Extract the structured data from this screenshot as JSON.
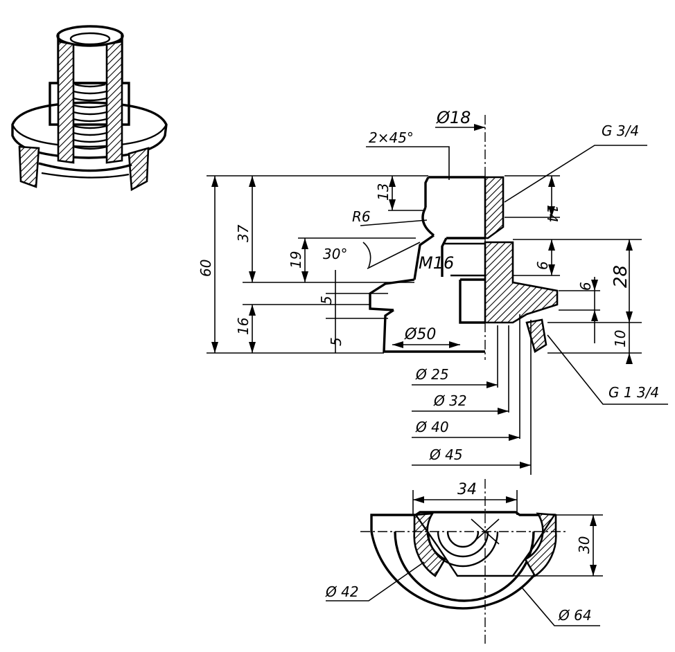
{
  "drawing": {
    "dimensions": {
      "dia_18": "Ø18",
      "chamfer": "2×45°",
      "thread_g34": "G 3/4",
      "radius": "R6",
      "angle": "30°",
      "thread_m16": "M16",
      "dim_60": "60",
      "dim_37": "37",
      "dim_19": "19",
      "dim_16": "16",
      "dim_13": "13",
      "dim_14": "14",
      "dim_5a": "5",
      "dim_5b": "5",
      "dim_6a": "6",
      "dim_6b": "6",
      "dim_28": "28",
      "dim_10": "10",
      "dia_50": "Ø50",
      "dia_25": "Ø 25",
      "dia_32": "Ø 32",
      "dia_40": "Ø 40",
      "dia_45": "Ø 45",
      "thread_g134": "G 1 3/4",
      "dim_34": "34",
      "dim_30": "30",
      "dia_42": "Ø 42",
      "dia_64": "Ø 64"
    }
  }
}
